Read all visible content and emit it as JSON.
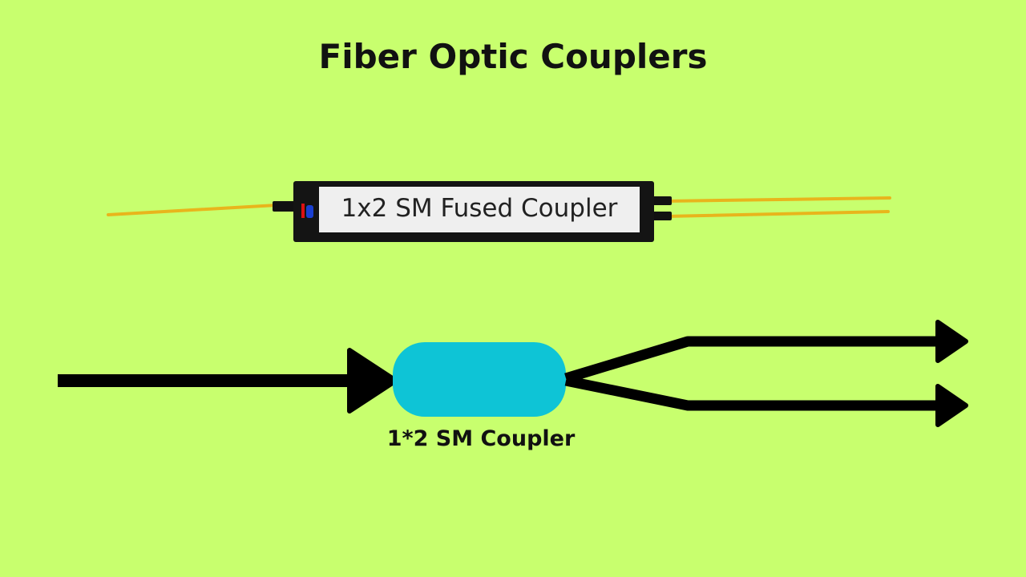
{
  "title": "Fiber Optic Couplers",
  "device": {
    "label_text": "1x2 SM Fused Coupler"
  },
  "diagram": {
    "caption": "1*2 SM Coupler"
  },
  "colors": {
    "background": "#c8ff6e",
    "coupler_block": "#0ec4d6",
    "fiber": "#e8b51c",
    "arrow": "#000000"
  }
}
